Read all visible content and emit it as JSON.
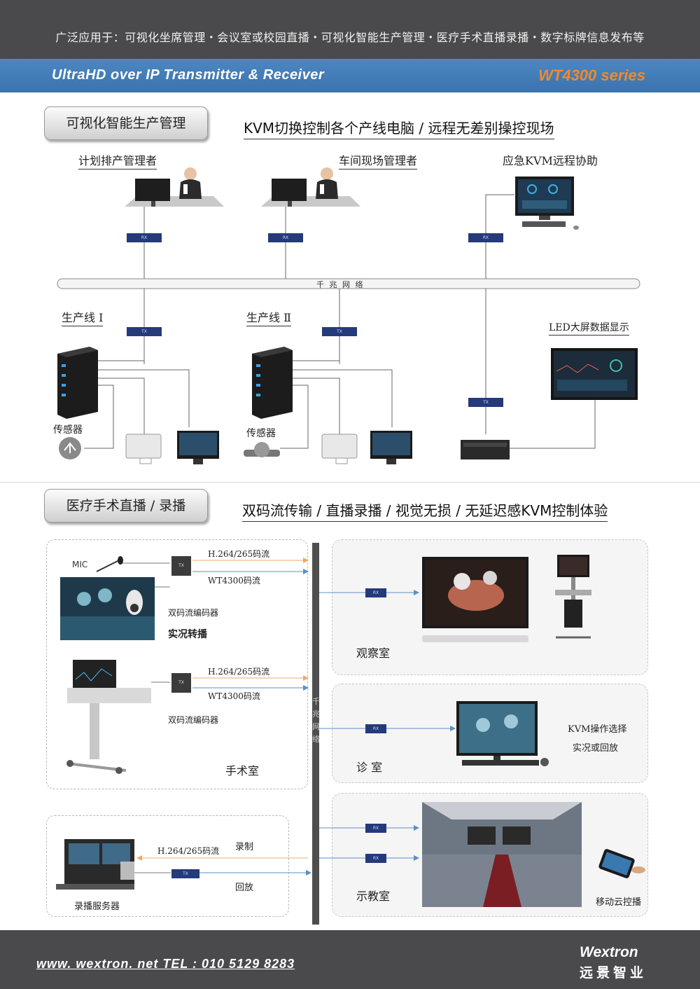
{
  "header": {
    "applications": "广泛应用于：可视化坐席管理・会议室或校园直播・可视化智能生产管理・医疗手术直播录播・数字标牌信息发布等",
    "product_line": "UltraHD over IP Transmitter & Receiver",
    "series": "WT4300 series"
  },
  "section1": {
    "title": "可视化智能生产管理",
    "headline": "KVM切换控制各个产线电脑 / 远程无差别操控现场",
    "planner": "计划排产管理者",
    "workshop": "车间现场管理者",
    "emergency": "应急KVM远程协助",
    "network": "千 兆 网 络",
    "line1": "生产线 Ⅰ",
    "line2": "生产线 Ⅱ",
    "sensor1": "传感器",
    "sensor2": "传感器",
    "led": "LED大屏数据显示",
    "rx": "RX",
    "tx": "TX"
  },
  "section2": {
    "title": "医疗手术直播 / 录播",
    "headline": "双码流传输 / 直播录播 / 视觉无损 / 无延迟感KVM控制体验",
    "mic": "MIC",
    "h264_a": "H.264/265码流",
    "wt_a": "WT4300码流",
    "encoder_a": "双码流编码器",
    "live": "实况转播",
    "h264_b": "H.264/265码流",
    "wt_b": "WT4300码流",
    "encoder_b": "双码流编码器",
    "surgery_room": "手术室",
    "observe_room": "观察室",
    "clinic_room": "诊 室",
    "kvm_select": "KVM操作选择",
    "live_or_replay": "实况或回放",
    "h264_c": "H.264/265码流",
    "record": "录制",
    "replay": "回放",
    "rec_server": "录播服务器",
    "teach_room": "示教室",
    "mobile": "移动云控播",
    "network_v": [
      "千",
      "兆",
      "网",
      "络"
    ],
    "tx": "TX",
    "rx": "RX"
  },
  "footer": {
    "website": "www. wextron. net   TEL :  010 5129 8283",
    "brand_en": "Wextron",
    "brand_cn": "远景智业"
  }
}
